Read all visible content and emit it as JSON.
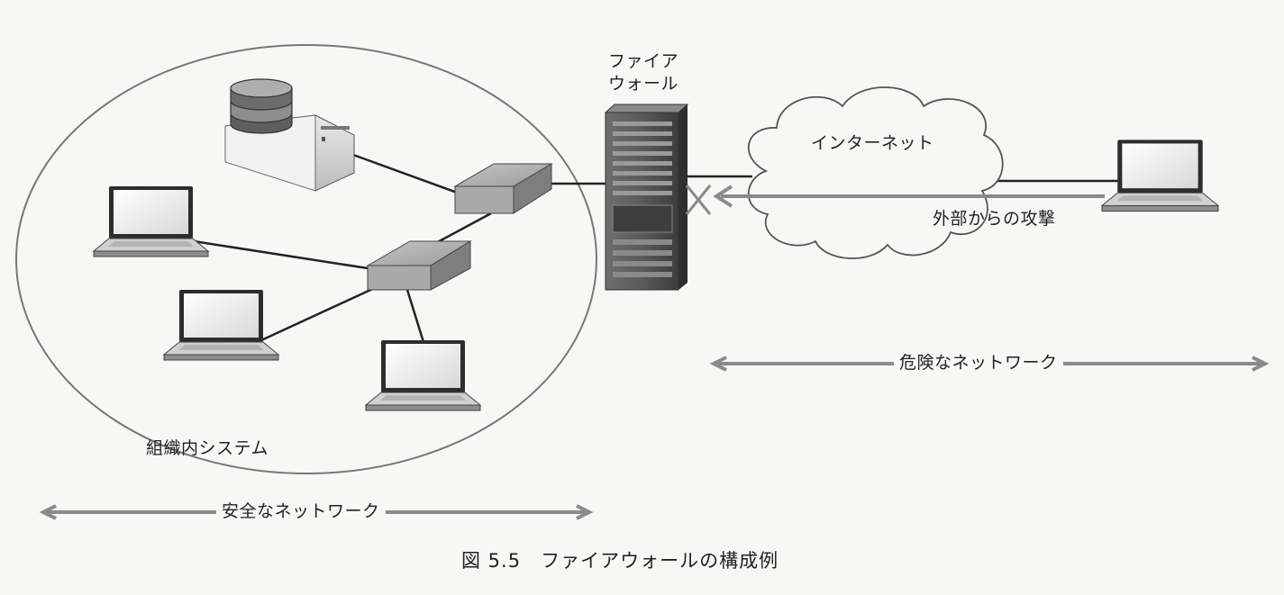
{
  "labels": {
    "firewall_line1": "ファイア",
    "firewall_line2": "ウォール",
    "internet": "インターネット",
    "attack": "外部からの攻撃",
    "org_system": "組織内システム",
    "safe_network": "安全なネットワーク",
    "danger_network": "危険なネットワーク"
  },
  "caption": "図 5.5　ファイアウォールの構成例",
  "colors": {
    "line": "#222222",
    "ellipse": "#777777",
    "arrow": "#8a8a8a",
    "firewall": "#5a5a5a",
    "hub": "#a3a3a3"
  },
  "icons": [
    "database-server-icon",
    "network-hub-icon",
    "laptop-icon",
    "firewall-rack-icon",
    "cloud-icon",
    "blocked-x-icon"
  ]
}
